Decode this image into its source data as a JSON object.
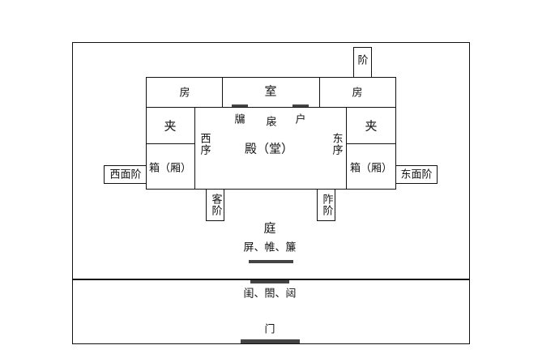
{
  "labels": {
    "step_top": "阶",
    "fang_left": "房",
    "shi": "室",
    "fang_right": "房",
    "jia_left": "夹",
    "jia_right": "夹",
    "yong": "牖",
    "yi": "扆",
    "hu": "户",
    "xi_xu": "西序",
    "dong_xu": "东序",
    "dian": "殿（堂）",
    "xiang_left": "箱（厢）",
    "xiang_right": "箱（厢）",
    "xi_mian_jie": "西面阶",
    "dong_mian_jie": "东面阶",
    "ke_jie": "客阶",
    "zuo_jie": "阼阶",
    "ting": "庭",
    "ping": "屏、帷、簾",
    "men_inner": "闺、閤、闼",
    "men": "门"
  }
}
